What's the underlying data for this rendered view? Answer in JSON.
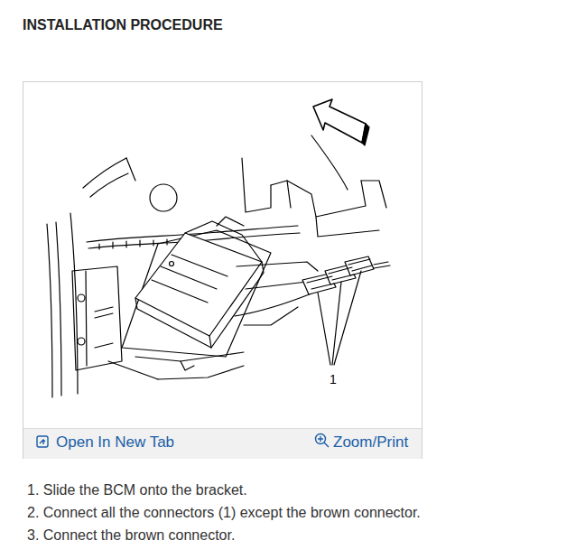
{
  "diagram": {
    "title": "INSTALLATION PROCEDURE",
    "labels": [
      "1",
      "Open In New Tab",
      "Zoom/Print",
      "1. Slide the BCM onto the bracket.",
      "2. Connect all the connectors (1) except the brown connector.",
      "3. Connect the brown connector."
    ]
  }
}
